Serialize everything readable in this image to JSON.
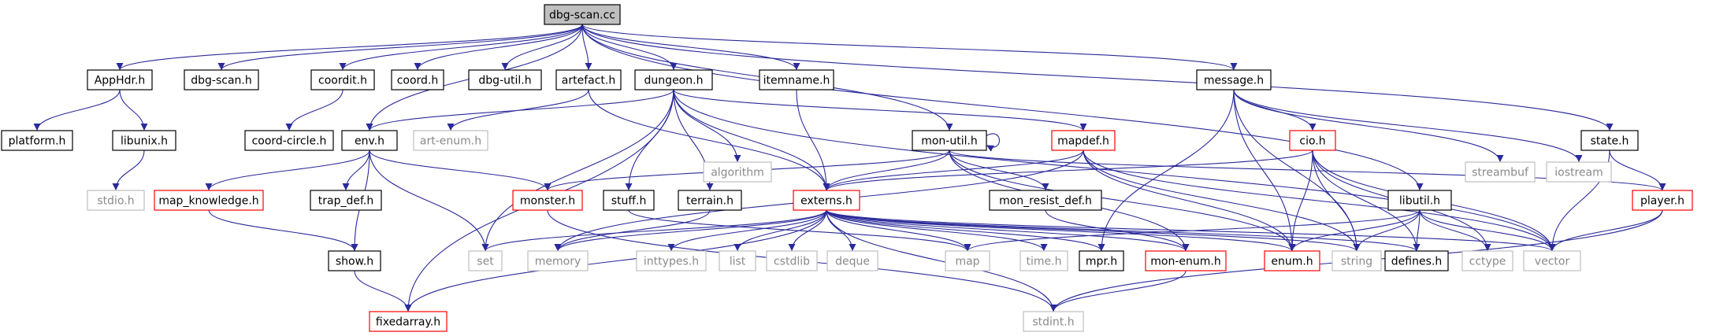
{
  "colors": {
    "edge": "#2a2a9a",
    "root_fill": "#bfbfbf",
    "normal_border": "#000000",
    "truncated_border": "#ff0000",
    "external_border": "#bfbfbf",
    "normal_text": "#000000",
    "external_text": "#8a8a8a"
  },
  "graph": {
    "root": "dbg-scan.cc",
    "nodes": [
      {
        "id": "dbg-scan.cc",
        "label": "dbg-scan.cc",
        "kind": "root"
      },
      {
        "id": "AppHdr.h",
        "label": "AppHdr.h",
        "kind": "normal"
      },
      {
        "id": "dbg-scan.h",
        "label": "dbg-scan.h",
        "kind": "normal"
      },
      {
        "id": "coordit.h",
        "label": "coordit.h",
        "kind": "normal"
      },
      {
        "id": "coord.h",
        "label": "coord.h",
        "kind": "normal"
      },
      {
        "id": "dbg-util.h",
        "label": "dbg-util.h",
        "kind": "normal"
      },
      {
        "id": "artefact.h",
        "label": "artefact.h",
        "kind": "normal"
      },
      {
        "id": "dungeon.h",
        "label": "dungeon.h",
        "kind": "normal"
      },
      {
        "id": "itemname.h",
        "label": "itemname.h",
        "kind": "normal"
      },
      {
        "id": "message.h",
        "label": "message.h",
        "kind": "normal"
      },
      {
        "id": "state.h",
        "label": "state.h",
        "kind": "normal"
      },
      {
        "id": "platform.h",
        "label": "platform.h",
        "kind": "normal"
      },
      {
        "id": "libunix.h",
        "label": "libunix.h",
        "kind": "normal"
      },
      {
        "id": "coord-circle.h",
        "label": "coord-circle.h",
        "kind": "normal"
      },
      {
        "id": "env.h",
        "label": "env.h",
        "kind": "normal"
      },
      {
        "id": "art-enum.h",
        "label": "art-enum.h",
        "kind": "external"
      },
      {
        "id": "algorithm",
        "label": "algorithm",
        "kind": "external"
      },
      {
        "id": "mon-util.h",
        "label": "mon-util.h",
        "kind": "normal"
      },
      {
        "id": "mapdef.h",
        "label": "mapdef.h",
        "kind": "truncated"
      },
      {
        "id": "cio.h",
        "label": "cio.h",
        "kind": "truncated"
      },
      {
        "id": "streambuf",
        "label": "streambuf",
        "kind": "external"
      },
      {
        "id": "iostream",
        "label": "iostream",
        "kind": "external"
      },
      {
        "id": "stdio.h",
        "label": "stdio.h",
        "kind": "external"
      },
      {
        "id": "map_knowledge.h",
        "label": "map_knowledge.h",
        "kind": "truncated"
      },
      {
        "id": "trap_def.h",
        "label": "trap_def.h",
        "kind": "normal"
      },
      {
        "id": "monster.h",
        "label": "monster.h",
        "kind": "truncated"
      },
      {
        "id": "stuff.h",
        "label": "stuff.h",
        "kind": "normal"
      },
      {
        "id": "terrain.h",
        "label": "terrain.h",
        "kind": "normal"
      },
      {
        "id": "externs.h",
        "label": "externs.h",
        "kind": "truncated"
      },
      {
        "id": "mon_resist_def.h",
        "label": "mon_resist_def.h",
        "kind": "normal"
      },
      {
        "id": "libutil.h",
        "label": "libutil.h",
        "kind": "normal"
      },
      {
        "id": "player.h",
        "label": "player.h",
        "kind": "truncated"
      },
      {
        "id": "show.h",
        "label": "show.h",
        "kind": "normal"
      },
      {
        "id": "set",
        "label": "set",
        "kind": "external"
      },
      {
        "id": "memory",
        "label": "memory",
        "kind": "external"
      },
      {
        "id": "inttypes.h",
        "label": "inttypes.h",
        "kind": "external"
      },
      {
        "id": "list",
        "label": "list",
        "kind": "external"
      },
      {
        "id": "cstdlib",
        "label": "cstdlib",
        "kind": "external"
      },
      {
        "id": "deque",
        "label": "deque",
        "kind": "external"
      },
      {
        "id": "map",
        "label": "map",
        "kind": "external"
      },
      {
        "id": "time.h",
        "label": "time.h",
        "kind": "external"
      },
      {
        "id": "mpr.h",
        "label": "mpr.h",
        "kind": "normal"
      },
      {
        "id": "mon-enum.h",
        "label": "mon-enum.h",
        "kind": "truncated"
      },
      {
        "id": "enum.h",
        "label": "enum.h",
        "kind": "truncated"
      },
      {
        "id": "string",
        "label": "string",
        "kind": "external"
      },
      {
        "id": "defines.h",
        "label": "defines.h",
        "kind": "normal"
      },
      {
        "id": "cctype",
        "label": "cctype",
        "kind": "external"
      },
      {
        "id": "vector",
        "label": "vector",
        "kind": "external"
      },
      {
        "id": "fixedarray.h",
        "label": "fixedarray.h",
        "kind": "truncated"
      },
      {
        "id": "stdint.h",
        "label": "stdint.h",
        "kind": "external"
      }
    ],
    "edges": [
      [
        "dbg-scan.cc",
        "AppHdr.h"
      ],
      [
        "dbg-scan.cc",
        "dbg-scan.h"
      ],
      [
        "dbg-scan.cc",
        "coordit.h"
      ],
      [
        "dbg-scan.cc",
        "coord.h"
      ],
      [
        "dbg-scan.cc",
        "dbg-util.h"
      ],
      [
        "dbg-scan.cc",
        "artefact.h"
      ],
      [
        "dbg-scan.cc",
        "dungeon.h"
      ],
      [
        "dbg-scan.cc",
        "itemname.h"
      ],
      [
        "dbg-scan.cc",
        "message.h"
      ],
      [
        "dbg-scan.cc",
        "state.h"
      ],
      [
        "dbg-scan.cc",
        "env.h"
      ],
      [
        "dbg-scan.cc",
        "mon-util.h"
      ],
      [
        "dbg-scan.cc",
        "libutil.h"
      ],
      [
        "AppHdr.h",
        "platform.h"
      ],
      [
        "AppHdr.h",
        "libunix.h"
      ],
      [
        "libunix.h",
        "stdio.h"
      ],
      [
        "coordit.h",
        "coord-circle.h"
      ],
      [
        "artefact.h",
        "art-enum.h"
      ],
      [
        "artefact.h",
        "externs.h"
      ],
      [
        "itemname.h",
        "externs.h"
      ],
      [
        "dungeon.h",
        "env.h"
      ],
      [
        "dungeon.h",
        "algorithm"
      ],
      [
        "dungeon.h",
        "mapdef.h"
      ],
      [
        "dungeon.h",
        "stuff.h"
      ],
      [
        "dungeon.h",
        "terrain.h"
      ],
      [
        "dungeon.h",
        "externs.h"
      ],
      [
        "dungeon.h",
        "set"
      ],
      [
        "dungeon.h",
        "fixedarray.h"
      ],
      [
        "dungeon.h",
        "vector"
      ],
      [
        "message.h",
        "cio.h"
      ],
      [
        "message.h",
        "streambuf"
      ],
      [
        "message.h",
        "iostream"
      ],
      [
        "message.h",
        "enum.h"
      ],
      [
        "message.h",
        "string"
      ],
      [
        "message.h",
        "mpr.h"
      ],
      [
        "state.h",
        "player.h"
      ],
      [
        "state.h",
        "vector"
      ],
      [
        "env.h",
        "map_knowledge.h"
      ],
      [
        "env.h",
        "trap_def.h"
      ],
      [
        "env.h",
        "monster.h"
      ],
      [
        "env.h",
        "show.h"
      ],
      [
        "env.h",
        "set"
      ],
      [
        "mon-util.h",
        "mon-util.h"
      ],
      [
        "mon-util.h",
        "externs.h"
      ],
      [
        "mon-util.h",
        "mon_resist_def.h"
      ],
      [
        "mon-util.h",
        "enum.h"
      ],
      [
        "mon-util.h",
        "monster.h"
      ],
      [
        "mon-util.h",
        "player.h"
      ],
      [
        "mon-util.h",
        "mon-enum.h"
      ],
      [
        "mapdef.h",
        "externs.h"
      ],
      [
        "mapdef.h",
        "enum.h"
      ],
      [
        "mapdef.h",
        "string"
      ],
      [
        "mapdef.h",
        "vector"
      ],
      [
        "mapdef.h",
        "memory"
      ],
      [
        "cio.h",
        "externs.h"
      ],
      [
        "cio.h",
        "enum.h"
      ],
      [
        "cio.h",
        "string"
      ],
      [
        "cio.h",
        "defines.h"
      ],
      [
        "cio.h",
        "cctype"
      ],
      [
        "cio.h",
        "vector"
      ],
      [
        "map_knowledge.h",
        "show.h"
      ],
      [
        "show.h",
        "fixedarray.h"
      ],
      [
        "monster.h",
        "stdint.h"
      ],
      [
        "stuff.h",
        "map"
      ],
      [
        "terrain.h",
        "memory"
      ],
      [
        "externs.h",
        "set"
      ],
      [
        "externs.h",
        "memory"
      ],
      [
        "externs.h",
        "inttypes.h"
      ],
      [
        "externs.h",
        "list"
      ],
      [
        "externs.h",
        "cstdlib"
      ],
      [
        "externs.h",
        "deque"
      ],
      [
        "externs.h",
        "map"
      ],
      [
        "externs.h",
        "time.h"
      ],
      [
        "externs.h",
        "mpr.h"
      ],
      [
        "externs.h",
        "mon-enum.h"
      ],
      [
        "externs.h",
        "enum.h"
      ],
      [
        "externs.h",
        "string"
      ],
      [
        "externs.h",
        "defines.h"
      ],
      [
        "externs.h",
        "vector"
      ],
      [
        "externs.h",
        "fixedarray.h"
      ],
      [
        "externs.h",
        "stdint.h"
      ],
      [
        "mon_resist_def.h",
        "mon-enum.h"
      ],
      [
        "mon-enum.h",
        "stdint.h"
      ],
      [
        "libutil.h",
        "map"
      ],
      [
        "libutil.h",
        "enum.h"
      ],
      [
        "libutil.h",
        "string"
      ],
      [
        "libutil.h",
        "defines.h"
      ],
      [
        "libutil.h",
        "cctype"
      ],
      [
        "libutil.h",
        "vector"
      ],
      [
        "player.h",
        "vector"
      ],
      [
        "player.h",
        "stdint.h"
      ]
    ]
  }
}
